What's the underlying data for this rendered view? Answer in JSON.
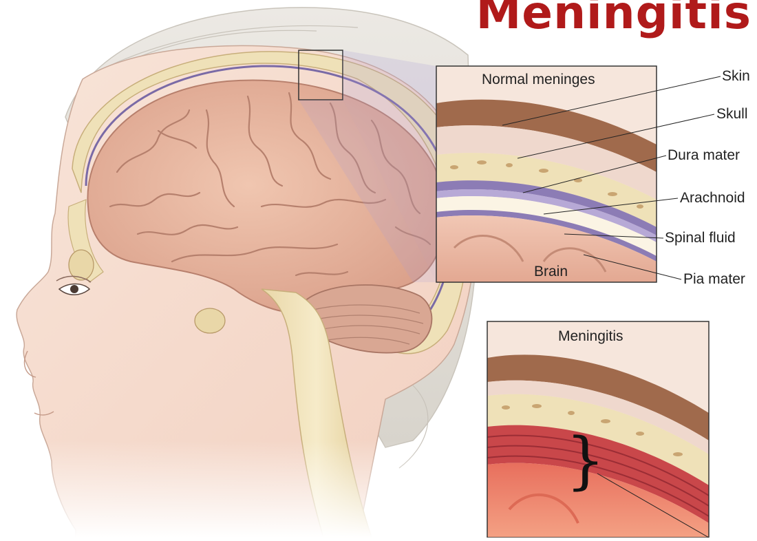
{
  "title": "Meningitis",
  "normal_inset": {
    "title": "Normal meninges",
    "inner_label": "Brain"
  },
  "labels": [
    {
      "id": "skin",
      "text": "Skin"
    },
    {
      "id": "skull",
      "text": "Skull"
    },
    {
      "id": "dura",
      "text": "Dura mater"
    },
    {
      "id": "arachnoid",
      "text": "Arachnoid"
    },
    {
      "id": "fluid",
      "text": "Spinal fluid"
    },
    {
      "id": "pia",
      "text": "Pia mater"
    }
  ],
  "meningitis_inset": {
    "title": "Meningitis"
  },
  "colors": {
    "title": "#b01a1a",
    "skin": "#f6ddd0",
    "brain": "#e7b49f",
    "skull": "#efe1b8",
    "inflamed": "#c9474a"
  }
}
